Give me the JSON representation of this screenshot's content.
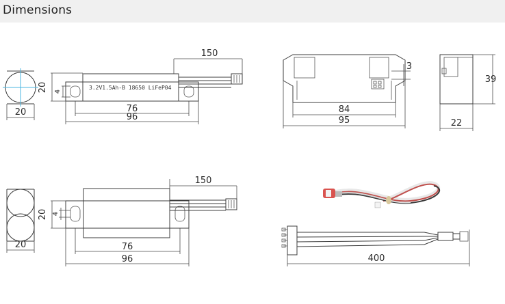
{
  "header": {
    "title": "Dimensions"
  },
  "side_view_top": {
    "label": "3.2V1.5Ah-B 18650 LiFeP04",
    "dim_wire": "150",
    "dim_height": "20",
    "dim_slot": "4",
    "dim_inner": "76",
    "dim_total": "96"
  },
  "end_view_top": {
    "dim_width": "20"
  },
  "bracket_top": {
    "dim_inner": "84",
    "dim_total": "95",
    "dim_hole": "3"
  },
  "bracket_side": {
    "dim_height": "39",
    "dim_width": "22"
  },
  "side_view_bottom": {
    "dim_wire": "150",
    "dim_height": "20",
    "dim_slot": "4",
    "dim_inner": "76",
    "dim_total": "96"
  },
  "end_view_bottom": {
    "dim_width": "20"
  },
  "cable": {
    "dim_length": "400"
  },
  "colors": {
    "header_bg": "#f0f0f0",
    "line": "#3c3c3c",
    "center_mark": "#49b6e0"
  }
}
